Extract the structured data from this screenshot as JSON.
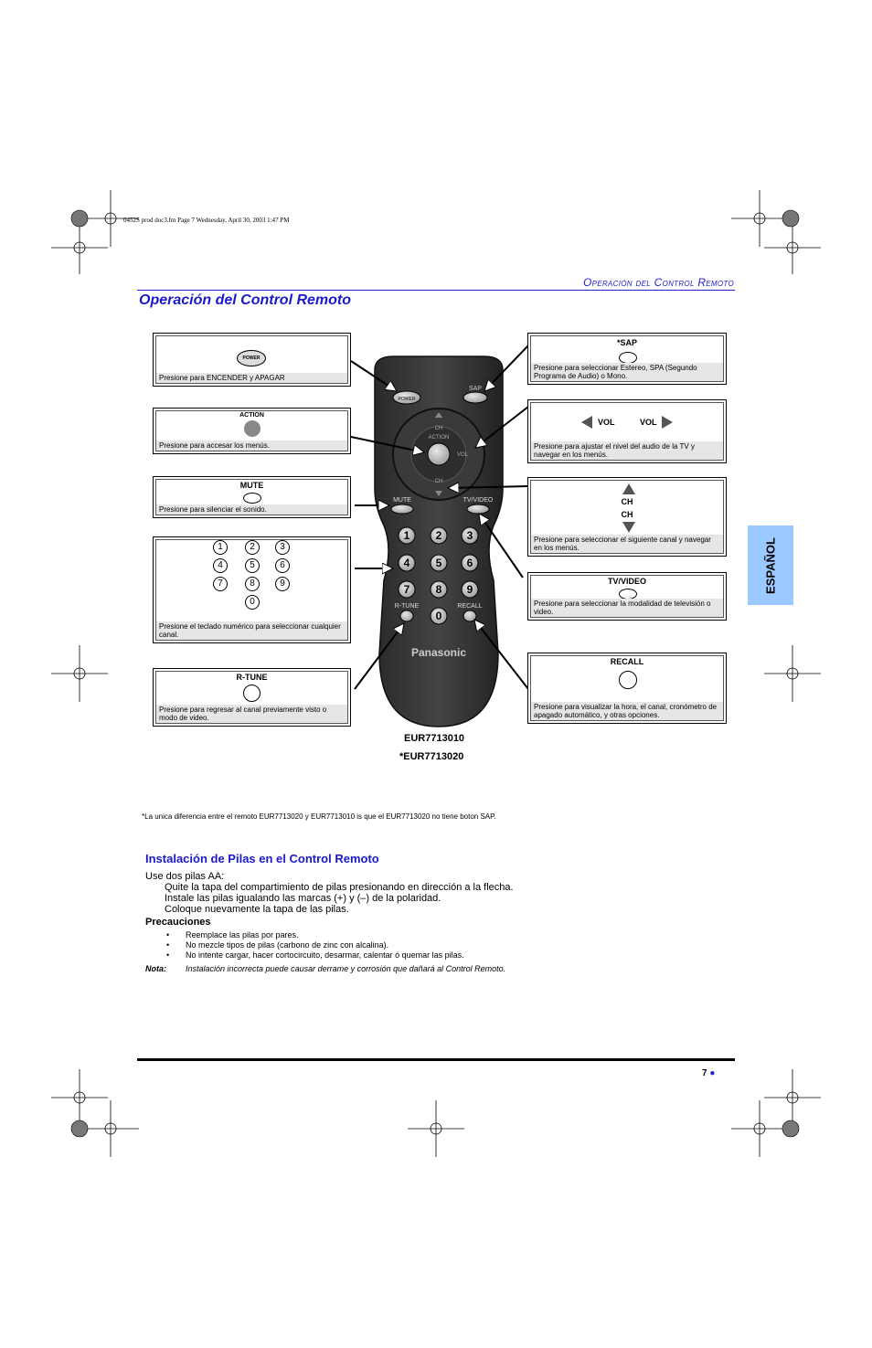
{
  "file_info": "0452S prod doc3.fm  Page 7  Wednesday, April 30, 2003  1:47 PM",
  "section_header": "Operación del Control Remoto",
  "page_title": "Operación del Control Remoto",
  "side_tab": "ESPAÑOL",
  "callouts": {
    "power": {
      "key_label": "POWER",
      "desc": "Presione para ENCENDER y APAGAR"
    },
    "action": {
      "key_label": "ACTION",
      "desc": "Presione para accesar los menús."
    },
    "mute": {
      "key_label": "MUTE",
      "desc": "Presione para silenciar el sonido."
    },
    "numpad": {
      "keys": [
        "1",
        "2",
        "3",
        "4",
        "5",
        "6",
        "7",
        "8",
        "9",
        "0"
      ],
      "desc": "Presione el teclado numérico para seleccionar cualquier canal."
    },
    "rtune": {
      "key_label": "R-TUNE",
      "desc": "Presione para regresar al canal previamente visto o modo de video."
    },
    "sap": {
      "key_label": "*SAP",
      "desc": "Presione para seleccionar Estereo, SPA (Segundo Programa de Audio) o Mono."
    },
    "vol": {
      "left_label": "VOL",
      "right_label": "VOL",
      "desc": "Presione para ajustar el nivel del audio de la TV y navegar en los menús."
    },
    "ch": {
      "up_label": "CH",
      "down_label": "CH",
      "desc": "Presione para seleccionar el siguiente canal y navegar en los menús."
    },
    "tvvideo": {
      "key_label": "TV/VIDEO",
      "desc": "Presione para seleccionar la modalidad de televisión o video."
    },
    "recall": {
      "key_label": "RECALL",
      "desc": "Presione para visualizar la hora, el canal, cronómetro de apagado automático, y otras opciones."
    }
  },
  "remote": {
    "power": "POWER",
    "sap": "SAP",
    "ch_up": "CH",
    "action": "ACTION",
    "vol": "VOL",
    "ch_down": "CH",
    "mute": "MUTE",
    "tvvideo": "TV/VIDEO",
    "rtune": "R-TUNE",
    "recall": "RECALL",
    "brand": "Panasonic",
    "keys": [
      "1",
      "2",
      "3",
      "4",
      "5",
      "6",
      "7",
      "8",
      "9",
      "0"
    ]
  },
  "models": [
    "EUR7713010",
    "*EUR7713020"
  ],
  "footnote": "*La unica diferencia entre el remoto EUR7713020 y  EUR7713010 is que el EUR7713020 no tiene boton SAP.",
  "installation": {
    "title": "Instalación de Pilas en el Control Remoto",
    "intro": "Use dos pilas AA:",
    "steps": [
      "Quite la tapa del compartimiento de pilas presionando en dirección a la flecha.",
      "Instale las pilas igualando las marcas (+) y (–) de la polaridad.",
      "Coloque nuevamente la tapa de las pilas."
    ],
    "precautions_title": "Precauciones",
    "precautions": [
      "Reemplace las pilas por pares.",
      "No mezcle tipos de pilas (carbono de zinc con alcalina).",
      "No intente cargar, hacer cortocircuito, desarmar, calentar ó quemar las pilas."
    ],
    "note_label": "Nota:",
    "note_text": "Instalación incorrecta puede causar derrame y corrosión que dañará al Control Remoto."
  },
  "page_number": "7"
}
